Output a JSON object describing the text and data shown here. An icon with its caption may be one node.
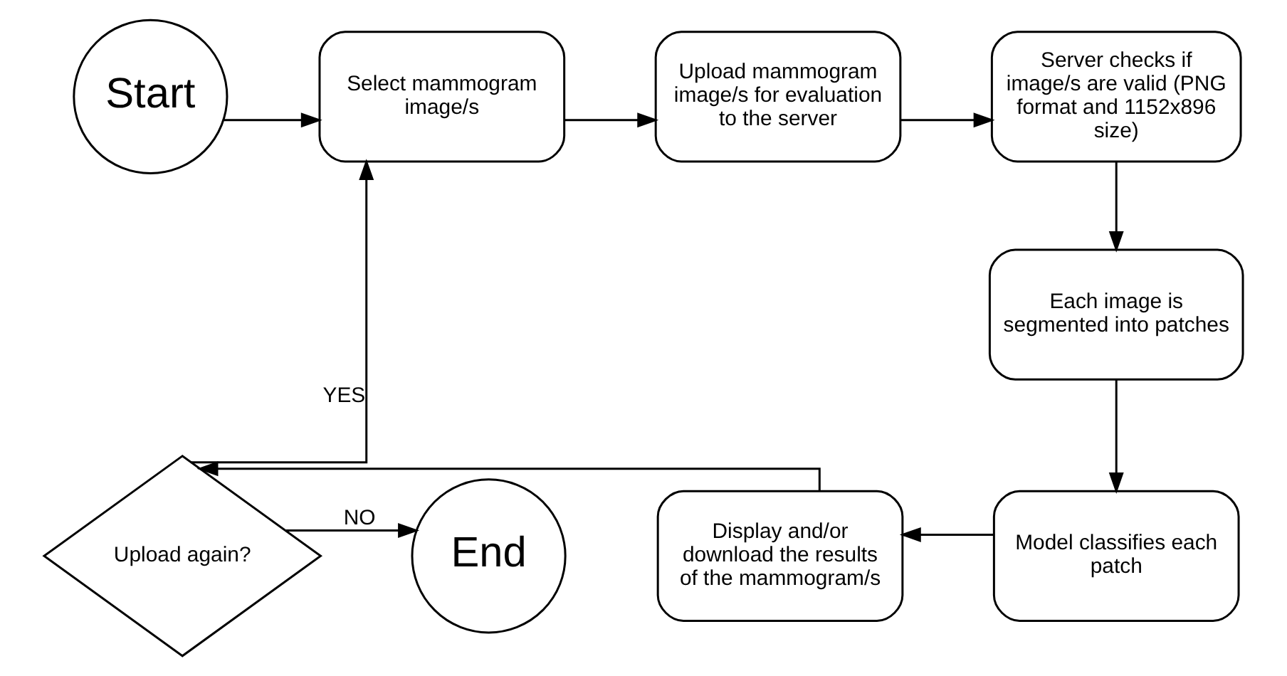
{
  "diagram": {
    "nodes": [
      {
        "text": [
          "Start"
        ]
      },
      {
        "text": [
          "Select mammogram image/s"
        ]
      },
      {
        "text": [
          "Upload mammogram image/s for evaluation to the server"
        ]
      },
      {
        "text": [
          "Server checks if image/s are valid (PNG format and 1152x896 size)"
        ]
      },
      {
        "text": [
          "Each image is segmented into patches"
        ]
      },
      {
        "text": [
          "Model classifies each patch"
        ]
      },
      {
        "text": [
          "Display and/or download the results of the mammogram/s"
        ]
      },
      {
        "text": [
          "Upload again?"
        ]
      },
      {
        "text": [
          "End"
        ]
      }
    ],
    "edges": [
      {
        "from": 0,
        "to": 1,
        "arrow": "to"
      },
      {
        "from": 1,
        "to": 2,
        "arrow": "to"
      },
      {
        "from": 2,
        "to": 3,
        "arrow": "to"
      },
      {
        "from": 3,
        "to": 4,
        "arrow": "to"
      },
      {
        "from": 4,
        "to": 5,
        "arrow": "to"
      },
      {
        "from": 5,
        "to": 6,
        "arrow": "to"
      },
      {
        "from": 6,
        "to": 7,
        "arrow": "to"
      },
      {
        "from": 7,
        "to": 1,
        "arrow": "to",
        "label": "YES"
      },
      {
        "from": 7,
        "to": 8,
        "arrow": "to",
        "label": "NO"
      }
    ]
  }
}
